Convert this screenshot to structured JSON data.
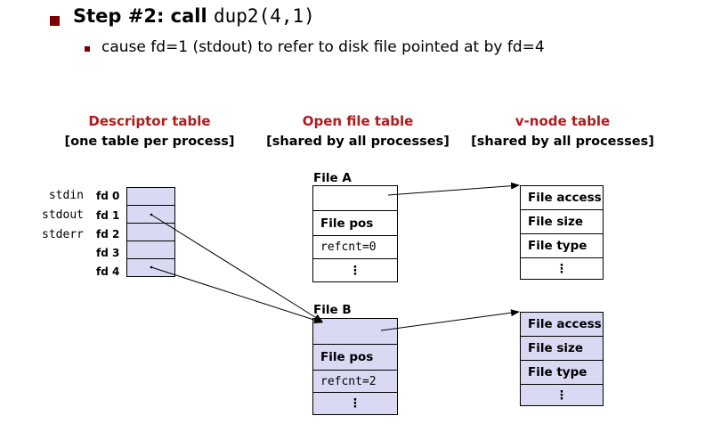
{
  "heading": {
    "step": "Step #2: call ",
    "code": "dup2(4,1)",
    "subtitle": "cause fd=1 (stdout) to refer to disk file pointed at by fd=4"
  },
  "tables": {
    "descriptor": {
      "title": "Descriptor table",
      "subtitle": "[one table per process]"
    },
    "open_file": {
      "title": "Open file table",
      "subtitle": "[shared by all processes]"
    },
    "vnode": {
      "title": "v-node table",
      "subtitle": "[shared by all processes]"
    }
  },
  "descriptors": {
    "std_names": [
      "stdin",
      "stdout",
      "stderr"
    ],
    "fds": [
      "fd 0",
      "fd 1",
      "fd 2",
      "fd 3",
      "fd 4"
    ]
  },
  "files": [
    {
      "label": "File A",
      "pos": "File pos",
      "refcnt": "refcnt=0",
      "dots": "⋮"
    },
    {
      "label": "File B",
      "pos": "File pos",
      "refcnt": "refcnt=2",
      "dots": "⋮"
    }
  ],
  "vnodes": [
    {
      "access": "File access",
      "size": "File size",
      "type": "File type",
      "dots": "⋮"
    },
    {
      "access": "File access",
      "size": "File size",
      "type": "File type",
      "dots": "⋮"
    }
  ],
  "colors": {
    "accent": "#b01c1c",
    "bullet": "#7a0000",
    "highlight_fill": "#d9d9f3"
  }
}
